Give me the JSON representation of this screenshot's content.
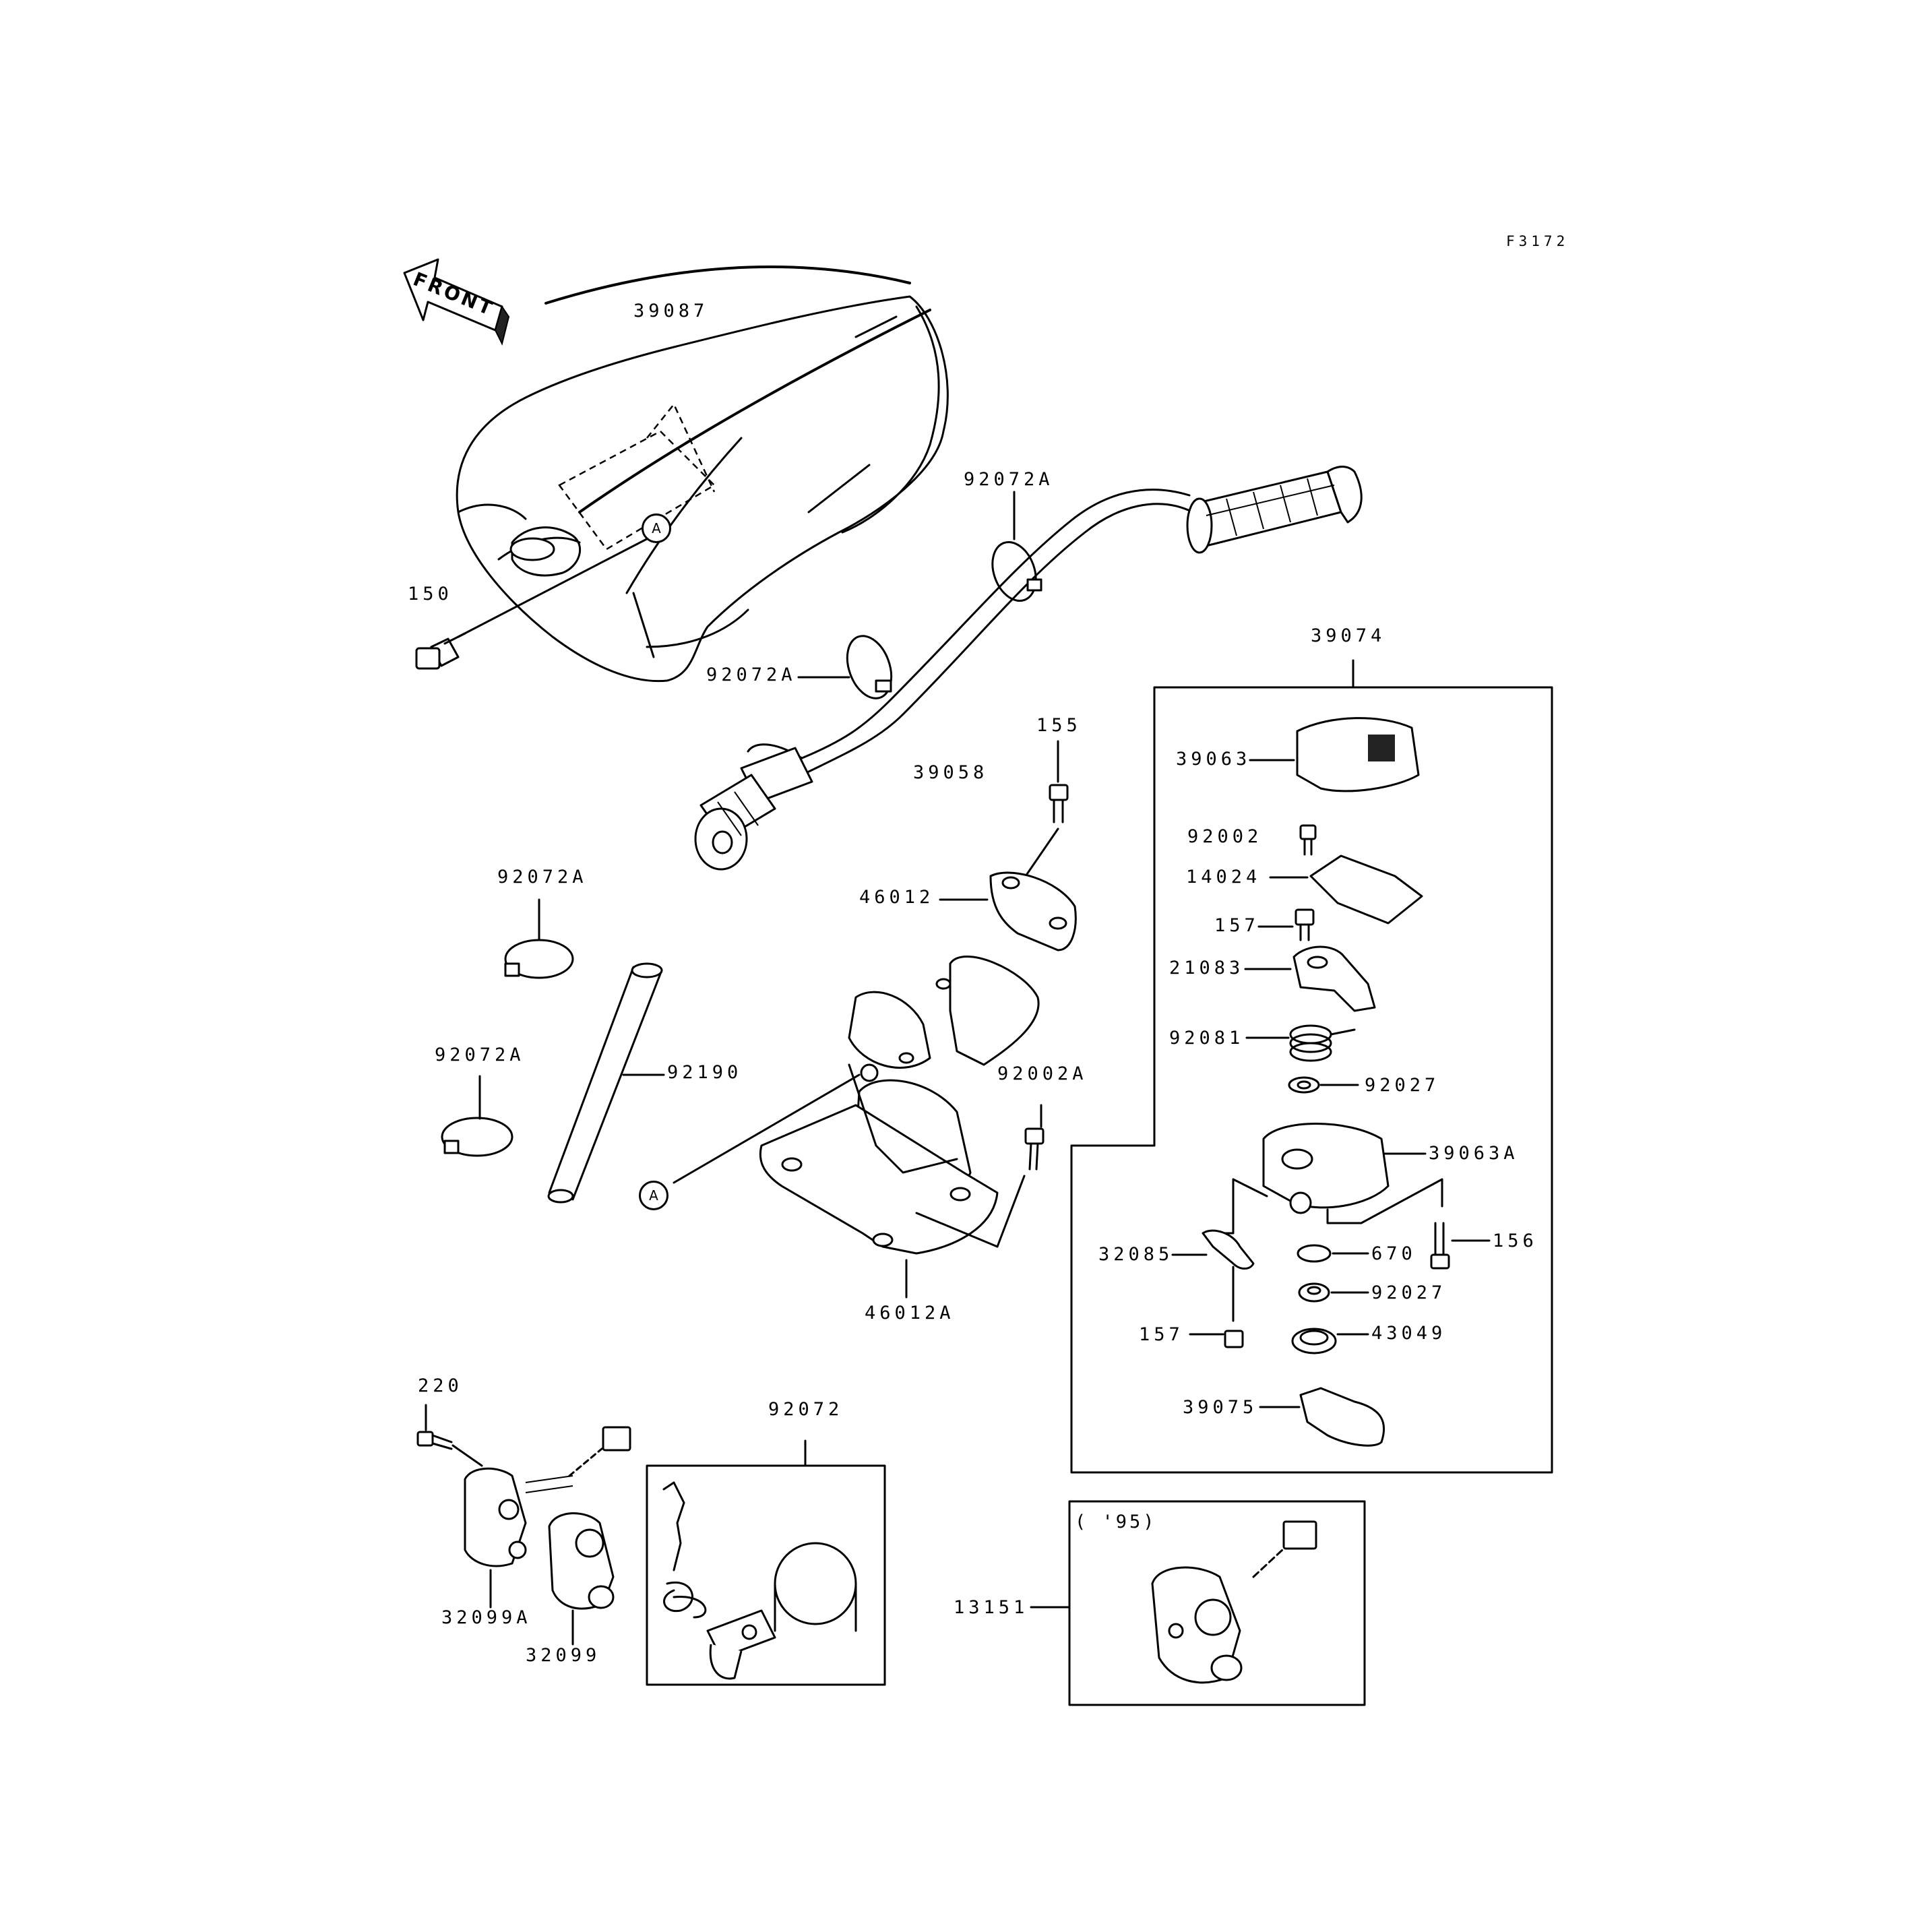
{
  "figure_code": "F3172",
  "front_label": "FRONT",
  "year_note": "( '95)",
  "ref_marker": "A",
  "parts": {
    "p39087": "39087",
    "p150": "150",
    "p92072A_1": "92072A",
    "p92072A_2": "92072A",
    "p92072A_3": "92072A",
    "p92072A_4": "92072A",
    "p39058": "39058",
    "p155": "155",
    "p46012": "46012",
    "p92190": "92190",
    "p92002A": "92002A",
    "p46012A": "46012A",
    "p39074": "39074",
    "p39063": "39063",
    "p92002": "92002",
    "p14024": "14024",
    "p157a": "157",
    "p21083": "21083",
    "p92081": "92081",
    "p92027a": "92027",
    "p39063A": "39063A",
    "p156": "156",
    "p32085": "32085",
    "p670": "670",
    "p92027b": "92027",
    "p157b": "157",
    "p43049": "43049",
    "p39075": "39075",
    "p220": "220",
    "p92072": "92072",
    "p32099A": "32099A",
    "p32099": "32099",
    "p13151": "13151"
  }
}
